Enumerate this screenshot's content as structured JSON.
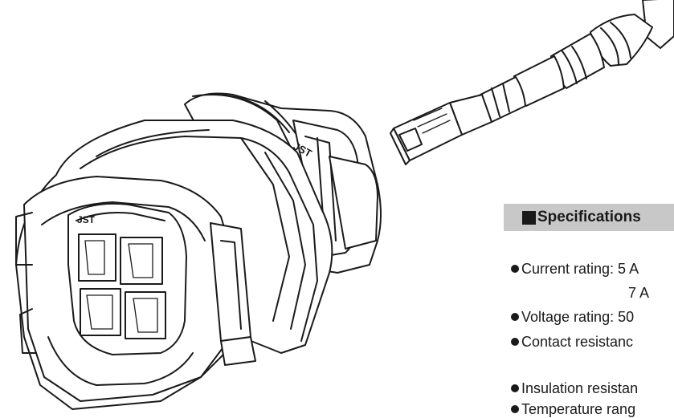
{
  "illustration": {
    "housing_marking": "JST",
    "housing_side_marking": "JST"
  },
  "specifications": {
    "title": "Specifications",
    "items": [
      {
        "label": "Current rating: 5 A"
      },
      {
        "label": "Voltage rating: 50"
      },
      {
        "label": "Contact resistanc"
      },
      {
        "label": "Insulation resistan"
      },
      {
        "label": "Temperature rang"
      }
    ],
    "continuation": "7 A"
  }
}
